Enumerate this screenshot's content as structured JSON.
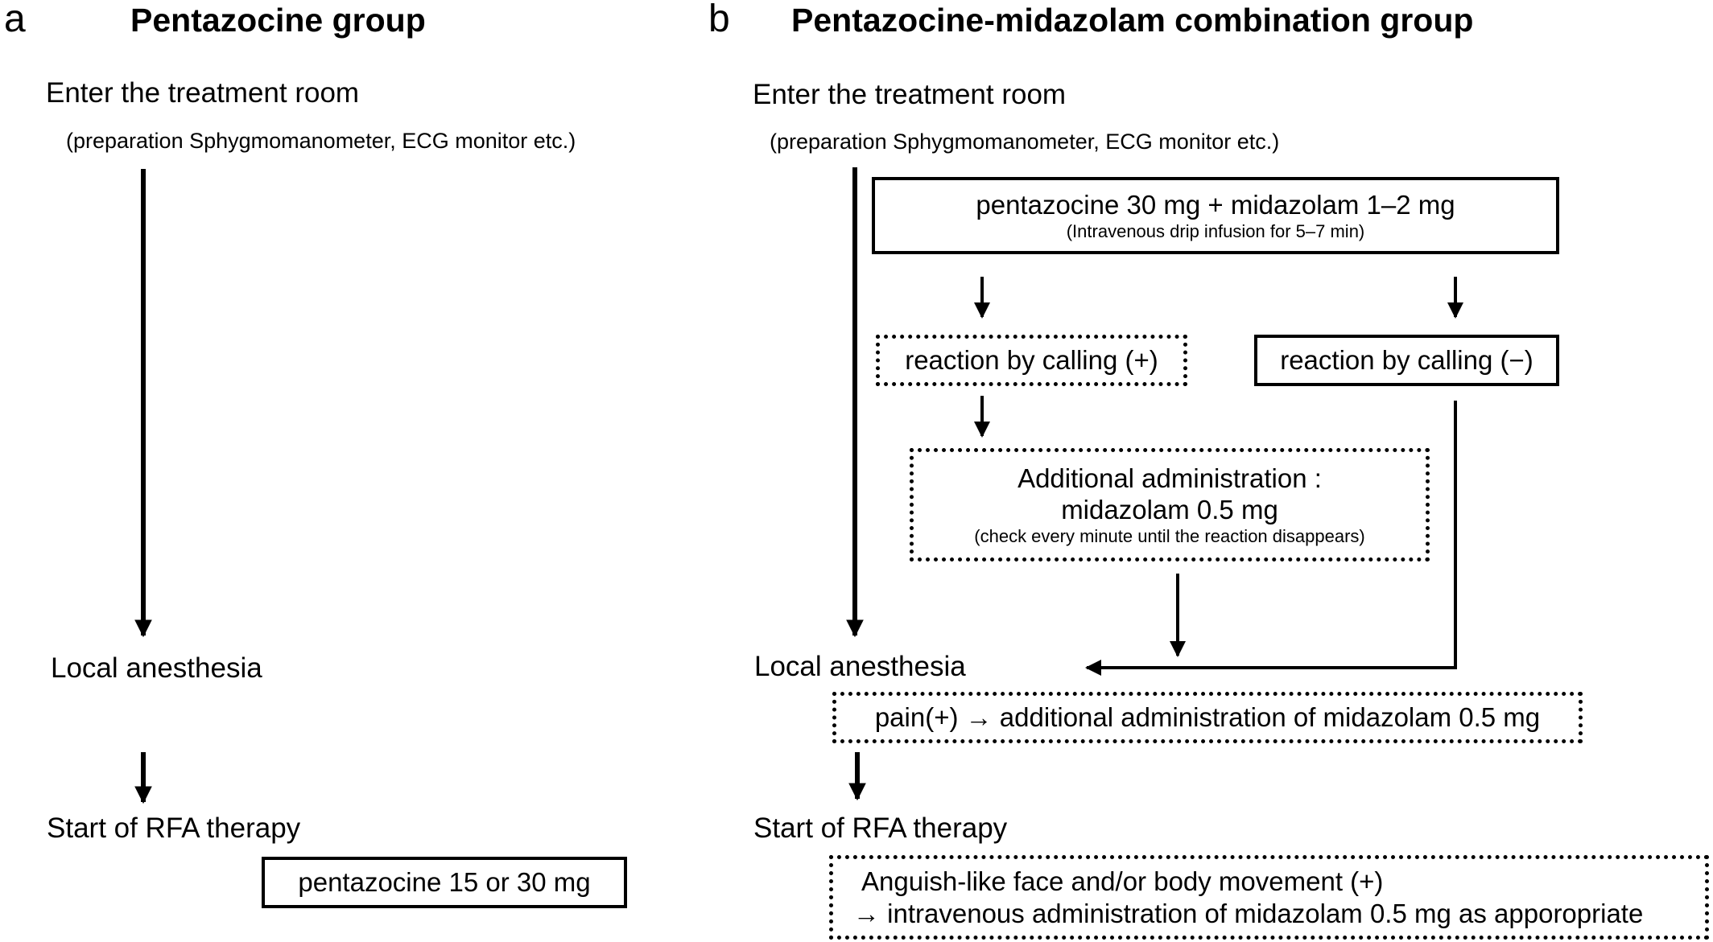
{
  "panel_a": {
    "letter": "a",
    "title": "Pentazocine group",
    "enter": "Enter the treatment room",
    "prep": "(preparation Sphygmomanometer,  ECG monitor etc.)",
    "local": "Local anesthesia",
    "start": "Start of RFA therapy",
    "pentazocine_box": "pentazocine 15 or 30 mg"
  },
  "panel_b": {
    "letter": "b",
    "title": "Pentazocine-midazolam combination group",
    "enter": "Enter the treatment room",
    "prep": "(preparation Sphygmomanometer,  ECG monitor etc.)",
    "initial_box": {
      "main": "pentazocine 30 mg + midazolam 1–2 mg",
      "sub": "(Intravenous  drip infusion for 5–7 min)"
    },
    "reaction_pos": "reaction by calling (+)",
    "reaction_neg": "reaction by calling (−)",
    "additional_box": {
      "line1": "Additional administration :",
      "line2": "midazolam 0.5 mg",
      "sub": "(check every  minute until the reaction disappears)"
    },
    "local": "Local anesthesia",
    "pain_box": "pain(+) → additional administration of midazolam 0.5 mg",
    "start": "Start of RFA therapy",
    "anguish_box": {
      "line1": "Anguish-like face and/or body movement (+)",
      "line2": "→ intravenous administration of midazolam 0.5 mg as apporopriate"
    }
  }
}
